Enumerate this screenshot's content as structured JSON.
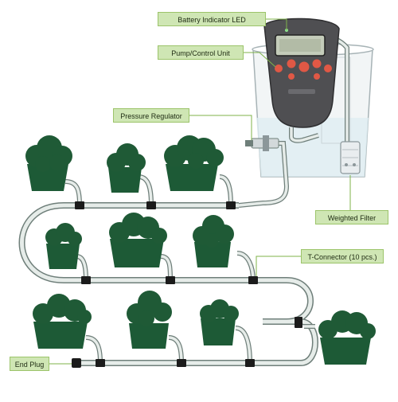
{
  "labels": {
    "battery_led": "Battery Indicator LED",
    "pump_unit": "Pump/Control Unit",
    "pressure_regulator": "Pressure Regulator",
    "weighted_filter": "Weighted Filter",
    "t_connector": "T-Connector (10 pcs.)",
    "end_plug": "End Plug"
  },
  "colors": {
    "label_bg": "#cfe6b4",
    "label_border": "#9cc46a",
    "leader_line": "#7fb34a",
    "plant": "#1f5a36",
    "pot": "#1d5a36",
    "tube": "#e6ece9",
    "tube_outline": "#6f7f7a",
    "connector": "#1b1b1b",
    "pump_body": "#4f4f52",
    "pump_button": "#e05845",
    "bucket": "#f2f5f6"
  }
}
